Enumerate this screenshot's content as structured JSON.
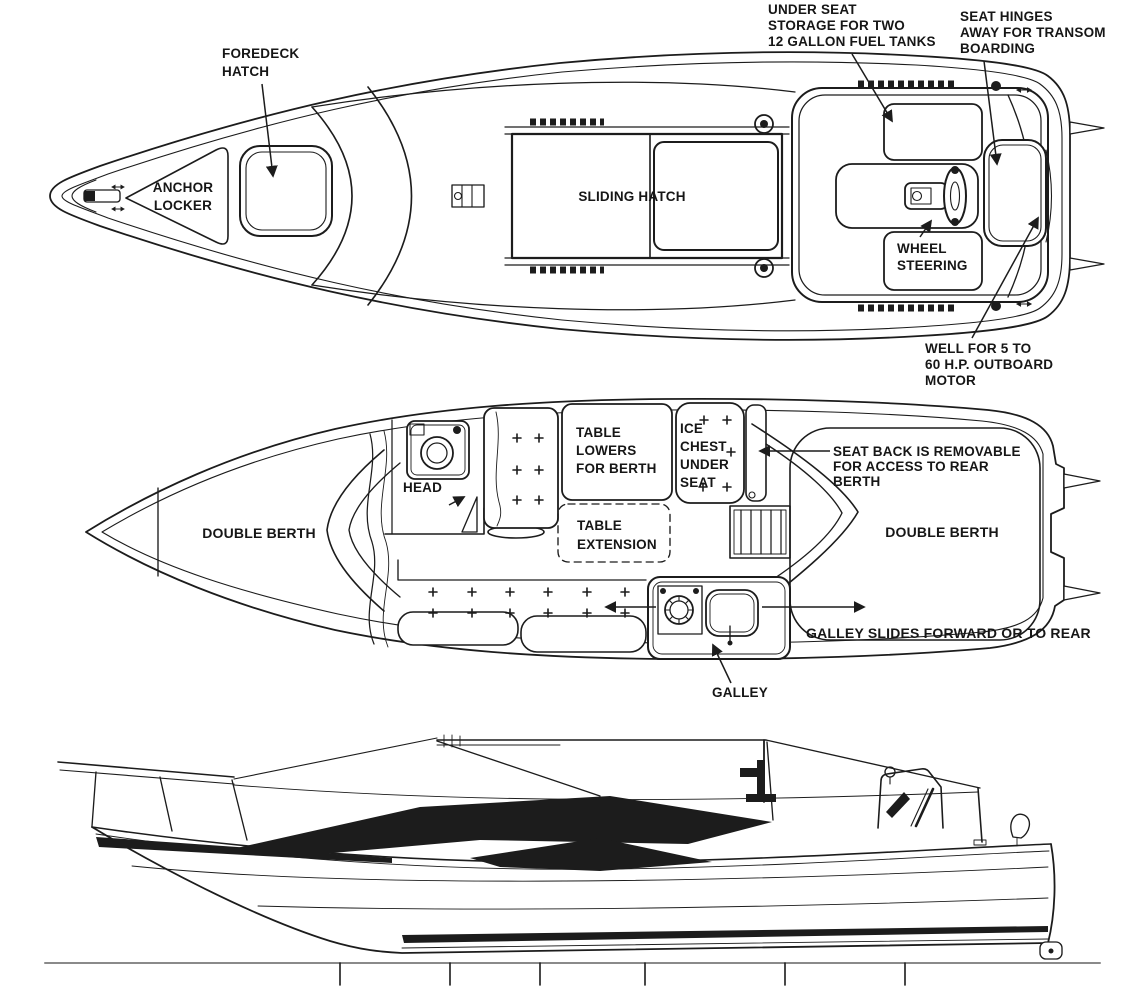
{
  "colors": {
    "ink": "#1c1c1c",
    "paper": "#ffffff"
  },
  "labels": {
    "foredeck_hatch": {
      "lines": [
        "FOREDECK",
        "HATCH"
      ]
    },
    "under_seat_storage": {
      "lines": [
        "UNDER SEAT",
        "STORAGE FOR TWO",
        "12 GALLON FUEL TANKS"
      ]
    },
    "seat_hinges": {
      "lines": [
        "SEAT HINGES",
        "AWAY FOR TRANSOM",
        "BOARDING"
      ]
    },
    "anchor_locker": {
      "lines": [
        "ANCHOR",
        "LOCKER"
      ]
    },
    "sliding_hatch": {
      "text": "SLIDING HATCH"
    },
    "wheel_steering": {
      "lines": [
        "WHEEL",
        "STEERING"
      ]
    },
    "outboard_well": {
      "lines": [
        "WELL FOR 5 TO",
        "60 H.P. OUTBOARD",
        "MOTOR"
      ]
    },
    "double_berth_fore": {
      "text": "DOUBLE BERTH"
    },
    "head": {
      "text": "HEAD"
    },
    "table_lowers": {
      "lines": [
        "TABLE",
        "LOWERS",
        "FOR BERTH"
      ]
    },
    "ice_chest": {
      "lines": [
        "ICE",
        "CHEST",
        "UNDER",
        "SEAT"
      ]
    },
    "seat_back_removable": {
      "lines": [
        "SEAT BACK IS REMOVABLE",
        "FOR ACCESS TO REAR",
        "BERTH"
      ]
    },
    "table_extension": {
      "lines": [
        "TABLE",
        "EXTENSION"
      ]
    },
    "double_berth_aft": {
      "text": "DOUBLE BERTH"
    },
    "galley_slides": {
      "text": "GALLEY SLIDES FORWARD OR TO REAR"
    },
    "galley": {
      "text": "GALLEY"
    }
  }
}
